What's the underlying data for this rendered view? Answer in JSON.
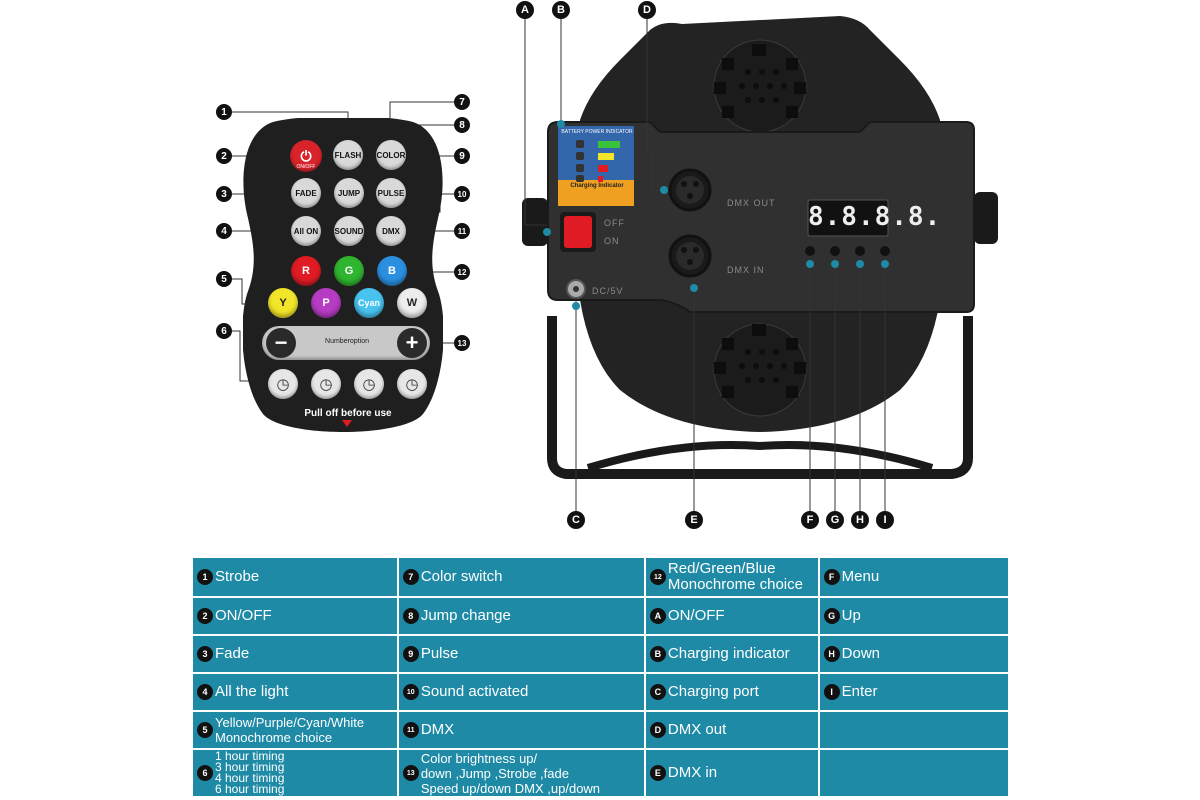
{
  "remote": {
    "buttons": {
      "power": "ON/OFF",
      "flash": "FLASH",
      "color": "COLOR",
      "fade": "FADE",
      "jump": "JUMP",
      "pulse": "PULSE",
      "all_on": "All ON",
      "sound": "SOUND",
      "dmx": "DMX",
      "r": "R",
      "g": "G",
      "b": "B",
      "y": "Y",
      "p": "P",
      "cyan": "Cyan",
      "w": "W",
      "minus": "−",
      "plus": "+"
    },
    "number_option": "Numberoption",
    "footer": "Pull off before use",
    "callouts": [
      "1",
      "2",
      "3",
      "4",
      "5",
      "6",
      "7",
      "8",
      "9",
      "10",
      "11",
      "12",
      "13"
    ]
  },
  "device": {
    "callouts": [
      "A",
      "B",
      "C",
      "D",
      "E",
      "F",
      "G",
      "H",
      "I"
    ],
    "display": "8.8.8.8.",
    "label_dmx_out": "DMX  OUT",
    "label_dmx_in": "DMX  IN",
    "label_off": "OFF",
    "label_on": "ON",
    "label_dc": "DC/5V",
    "battery_title": "BATTERY POWER INDICATOR",
    "charging_title": "Charging Indicator",
    "colors": {
      "body": "#2b2b2b",
      "panel": "#333333",
      "accent": "#1e8aa6"
    }
  },
  "legend": {
    "rows": [
      [
        {
          "n": "1",
          "text": "Strobe"
        },
        {
          "n": "7",
          "text": "Color switch"
        },
        {
          "n": "12",
          "text": "Red/Green/Blue\nMonochrome choice"
        },
        {
          "n": "F",
          "text": "Menu"
        }
      ],
      [
        {
          "n": "2",
          "text": "ON/OFF"
        },
        {
          "n": "8",
          "text": "Jump change"
        },
        {
          "n": "A",
          "text": "ON/OFF"
        },
        {
          "n": "G",
          "text": "Up"
        }
      ],
      [
        {
          "n": "3",
          "text": "Fade"
        },
        {
          "n": "9",
          "text": "Pulse"
        },
        {
          "n": "B",
          "text": "Charging indicator"
        },
        {
          "n": "H",
          "text": "Down"
        }
      ],
      [
        {
          "n": "4",
          "text": "All the light"
        },
        {
          "n": "10",
          "text": "Sound activated"
        },
        {
          "n": "C",
          "text": "Charging port"
        },
        {
          "n": "I",
          "text": "Enter"
        }
      ],
      [
        {
          "n": "5",
          "text": "Yellow/Purple/Cyan/White\nMonochrome choice"
        },
        {
          "n": "11",
          "text": "DMX"
        },
        {
          "n": "D",
          "text": "DMX out"
        },
        {
          "n": "",
          "text": ""
        }
      ],
      [
        {
          "n": "6",
          "text": "1 hour timing\n3 hour timing\n4 hour timing\n6 hour timing"
        },
        {
          "n": "13",
          "text": "Color brightness up/\ndown ,Jump ,Strobe ,fade\nSpeed up/down DMX ,up/down"
        },
        {
          "n": "E",
          "text": "DMX in"
        },
        {
          "n": "",
          "text": ""
        }
      ]
    ]
  }
}
